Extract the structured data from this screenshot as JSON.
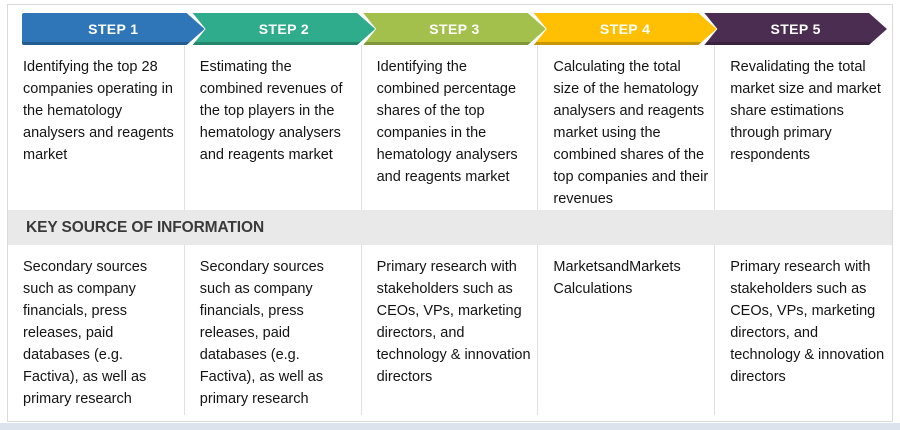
{
  "section_header": "KEY SOURCE OF INFORMATION",
  "steps": [
    {
      "label": "STEP 1",
      "color": "#2E76B7",
      "description": "Identifying the top 28 companies operating in the hematology analysers and reagents market",
      "key_source": "Secondary sources such as company financials, press releases, paid databases (e.g. Factiva), as well as primary research"
    },
    {
      "label": "STEP 2",
      "color": "#2FAC8C",
      "description": "Estimating the combined revenues of the top players in the hematology analysers and reagents market",
      "key_source": "Secondary sources such as company financials, press releases, paid databases (e.g. Factiva), as well as primary research"
    },
    {
      "label": "STEP 3",
      "color": "#A3C04C",
      "description": "Identifying the combined percentage shares of the top companies in the hematology analysers and reagents market",
      "key_source": "Primary research with stakeholders such as CEOs, VPs, marketing directors, and technology & innovation directors"
    },
    {
      "label": "STEP 4",
      "color": "#FFC003",
      "description": "Calculating the total size of the hematology analysers and reagents market using the combined shares of the top companies and their revenues",
      "key_source": "MarketsandMarkets Calculations"
    },
    {
      "label": "STEP 5",
      "color": "#4B2D51",
      "description": "Revalidating the total market size and market share estimations through primary respondents",
      "key_source": "Primary research with stakeholders such as CEOs, VPs, marketing directors, and technology & innovation directors"
    }
  ]
}
